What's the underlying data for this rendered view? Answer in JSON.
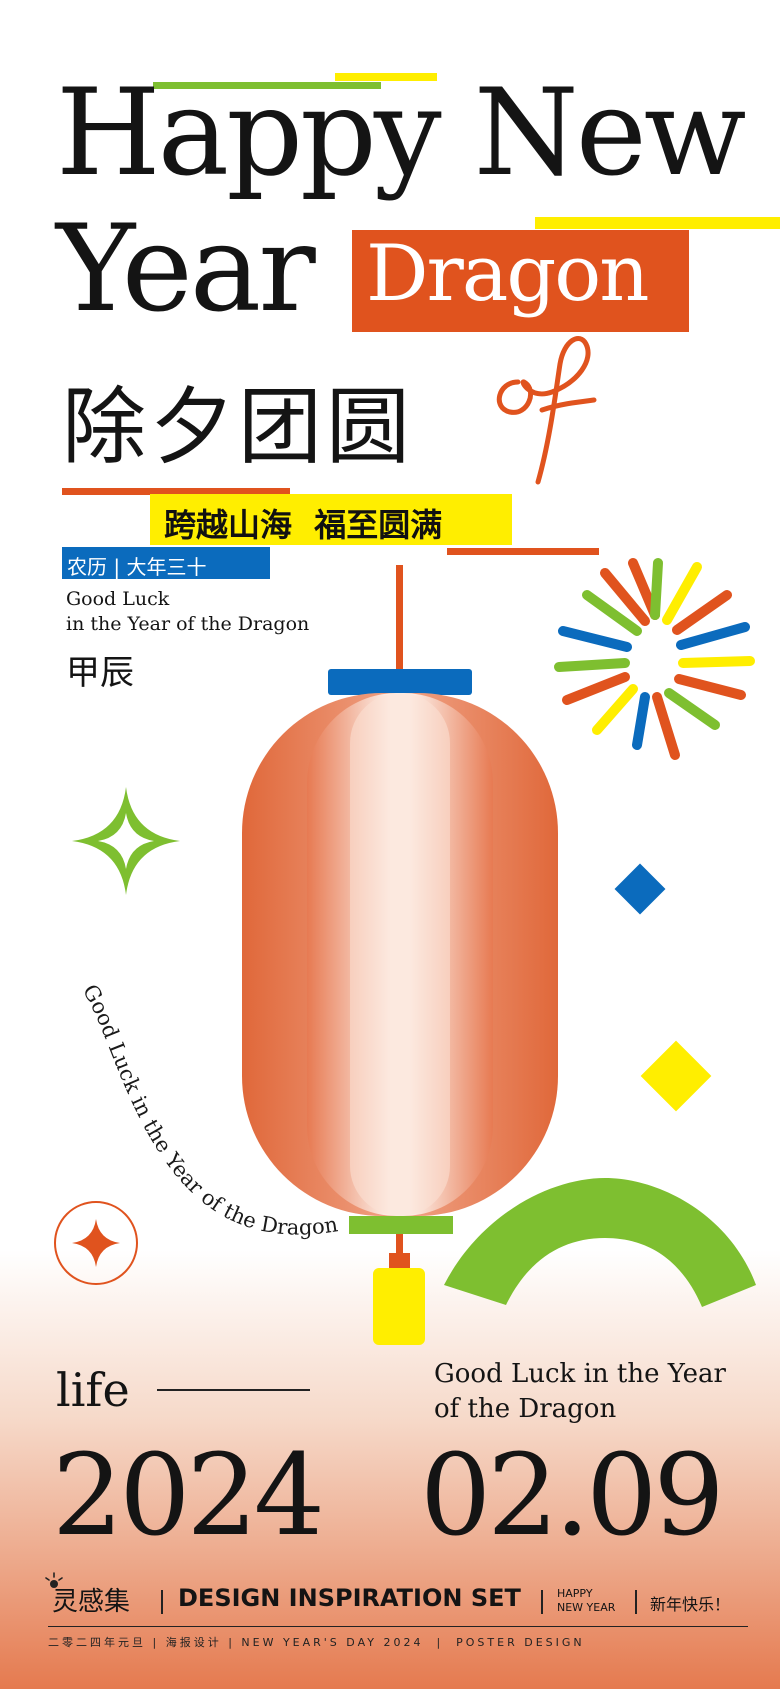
{
  "headline": {
    "line1": "Happy New",
    "line2": "Year",
    "dragon": "Dragon",
    "of_script": "of"
  },
  "chinese_title": "除夕团圆",
  "banner": "跨越山海  福至圆满",
  "lunar_tag": "农历 | 大年三十",
  "good_luck_small": {
    "line1": "Good Luck",
    "line2": "in the Year of the Dragon"
  },
  "jia_chen": "甲辰",
  "curved_text": "Good Luck in the Year of the Dragon",
  "bottom": {
    "life": "life",
    "slogan_line1": "Good Luck in the Year",
    "slogan_line2": "of the Dragon",
    "year": "2024",
    "date": "02.09"
  },
  "footer": {
    "brand": "灵感集",
    "tagline": "DESIGN INSPIRATION SET",
    "happy_line1": "HAPPY",
    "happy_line2": "NEW YEAR",
    "greeting": "新年快乐！",
    "bottom_strip": "二零二四年元旦 | 海报设计 | NEW YEAR'S DAY 2024  |  POSTER DESIGN"
  },
  "colors": {
    "orange": "#e0531e",
    "green": "#7ebf30",
    "yellow": "#ffee00",
    "blue": "#0b6bbd",
    "lantern": "#e9825c"
  },
  "icons": [
    "lantern-icon",
    "firework-icon",
    "green-four-point-star-icon",
    "orange-star-badge-icon",
    "blue-diamond-icon",
    "yellow-diamond-icon",
    "green-arc-icon"
  ]
}
